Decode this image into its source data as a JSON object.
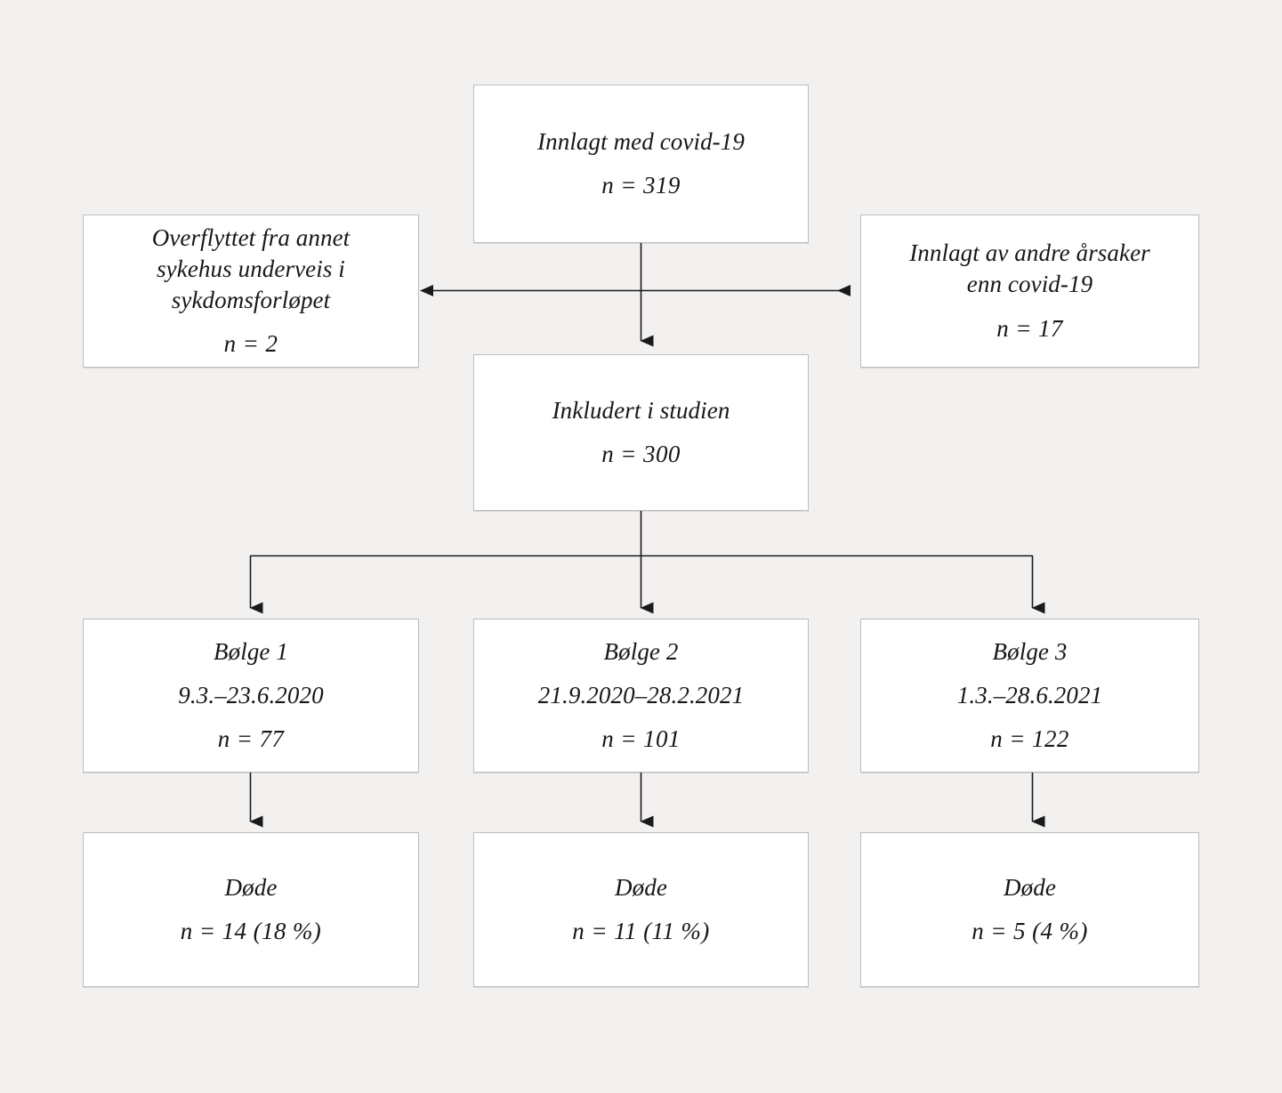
{
  "figure": {
    "type": "flowchart",
    "language": "no",
    "background_color": "#f2f1ef",
    "box_fill_color": "#ffffff",
    "box_border_color": "#bdbdbd",
    "connector_color": "#1a1a1a"
  },
  "nodes": {
    "admitted": {
      "label": "Innlagt med covid-19",
      "stat": "n = 319"
    },
    "transferred": {
      "label": "Overflyttet fra annet sykehus underveis i sykdomsforløpet",
      "stat": "n = 2"
    },
    "other_causes": {
      "label": "Innlagt av andre årsaker enn covid-19",
      "stat": "n = 17"
    },
    "included": {
      "label": "Inkludert i studien",
      "stat": "n = 300"
    },
    "wave_1": {
      "label": "Bølge 1",
      "period": "9.3.–23.6.2020",
      "stat": "n = 77"
    },
    "wave_2": {
      "label": "Bølge 2",
      "period": "21.9.2020–28.2.2021",
      "stat": "n = 101"
    },
    "wave_3": {
      "label": "Bølge 3",
      "period": "1.3.–28.6.2021",
      "stat": "n = 122"
    },
    "deaths_1": {
      "label": "Døde",
      "stat": "n = 14 (18 %)"
    },
    "deaths_2": {
      "label": "Døde",
      "stat": "n = 11 (11 %)"
    },
    "deaths_3": {
      "label": "Døde",
      "stat": "n = 5 (4 %)"
    }
  },
  "connectors": [
    {
      "name": "admitted-to-included",
      "from": "admitted",
      "to": "included",
      "style": "single-arrow-down"
    },
    {
      "name": "exclusions-bidirectional",
      "from": "transferred",
      "to": "other_causes",
      "style": "double-headed-horizontal"
    },
    {
      "name": "included-to-wave-1",
      "from": "included",
      "to": "wave_1",
      "style": "elbow-arrow-down"
    },
    {
      "name": "included-to-wave-2",
      "from": "included",
      "to": "wave_2",
      "style": "single-arrow-down"
    },
    {
      "name": "included-to-wave-3",
      "from": "included",
      "to": "wave_3",
      "style": "elbow-arrow-down"
    },
    {
      "name": "wave-1-to-deaths-1",
      "from": "wave_1",
      "to": "deaths_1",
      "style": "single-arrow-down"
    },
    {
      "name": "wave-2-to-deaths-2",
      "from": "wave_2",
      "to": "deaths_2",
      "style": "single-arrow-down"
    },
    {
      "name": "wave-3-to-deaths-3",
      "from": "wave_3",
      "to": "deaths_3",
      "style": "single-arrow-down"
    }
  ]
}
